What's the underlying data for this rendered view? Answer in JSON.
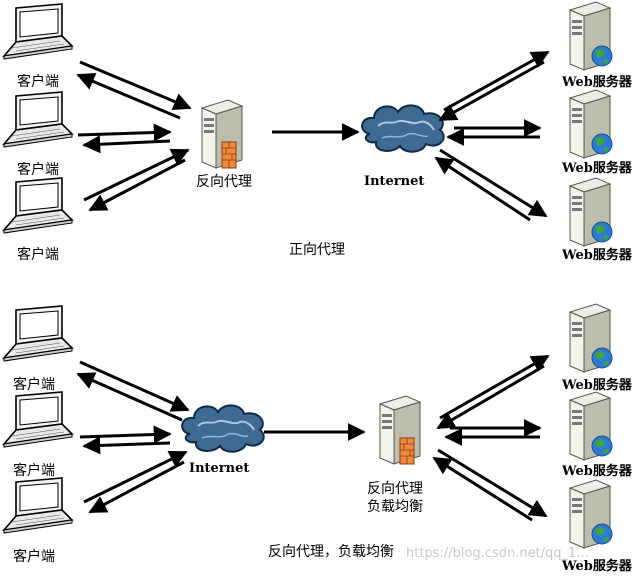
{
  "top_section": {
    "client_labels": [
      "客户端",
      "客户端",
      "客户端"
    ],
    "proxy_label": "反向代理",
    "internet_label": "Internet",
    "server_labels": [
      "Web服务器",
      "Web服务器",
      "Web服务器"
    ],
    "caption": "正向代理"
  },
  "bottom_section": {
    "client_labels": [
      "客户端",
      "客户端",
      "客户端"
    ],
    "internet_label": "Internet",
    "proxy_label_line1": "反向代理",
    "proxy_label_line2": "负载均衡",
    "server_labels": [
      "Web服务器",
      "Web服务器",
      "Web服务器"
    ],
    "caption": "反向代理，负载均衡"
  },
  "watermark": "https://blog.csdn.net/qq_1..."
}
